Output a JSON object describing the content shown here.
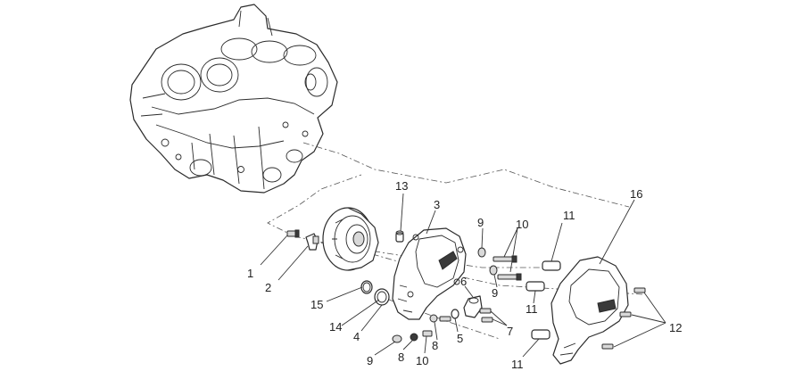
{
  "callouts": [
    {
      "id": "c1",
      "text": "1"
    },
    {
      "id": "c2",
      "text": "2"
    },
    {
      "id": "c3",
      "text": "3"
    },
    {
      "id": "c4",
      "text": "4"
    },
    {
      "id": "c5",
      "text": "5"
    },
    {
      "id": "c6",
      "text": "6"
    },
    {
      "id": "c7",
      "text": "7"
    },
    {
      "id": "c8a",
      "text": "8"
    },
    {
      "id": "c8b",
      "text": "8"
    },
    {
      "id": "c9a",
      "text": "9"
    },
    {
      "id": "c9b",
      "text": "9"
    },
    {
      "id": "c9c",
      "text": "9"
    },
    {
      "id": "c10a",
      "text": "10"
    },
    {
      "id": "c10b",
      "text": "10"
    },
    {
      "id": "c11a",
      "text": "11"
    },
    {
      "id": "c11b",
      "text": "11"
    },
    {
      "id": "c11c",
      "text": "11"
    },
    {
      "id": "c12",
      "text": "12"
    },
    {
      "id": "c13",
      "text": "13"
    },
    {
      "id": "c14",
      "text": "14"
    },
    {
      "id": "c15",
      "text": "15"
    },
    {
      "id": "c16",
      "text": "16"
    }
  ]
}
